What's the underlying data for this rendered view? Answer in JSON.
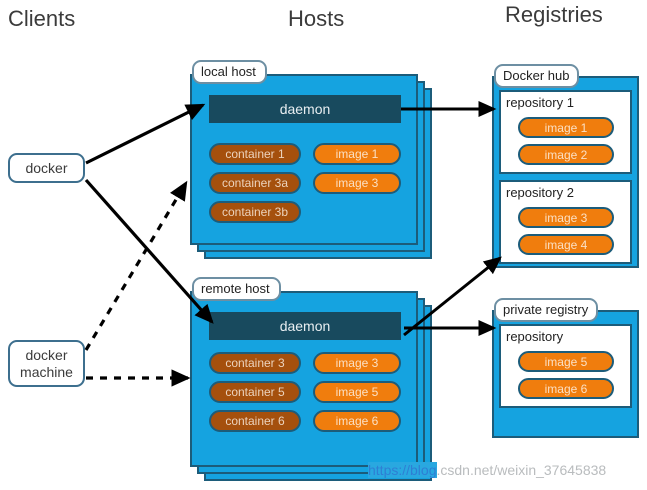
{
  "headers": {
    "clients": "Clients",
    "hosts": "Hosts",
    "registries": "Registries"
  },
  "clients": [
    {
      "id": "docker",
      "label": "docker"
    },
    {
      "id": "docker-machine",
      "label": "docker machine"
    }
  ],
  "hosts": [
    {
      "id": "local-host",
      "label": "local host",
      "daemon": "daemon",
      "containers": [
        "container 1",
        "container 3a",
        "container 3b"
      ],
      "images": [
        "image 1",
        "image 3"
      ]
    },
    {
      "id": "remote-host",
      "label": "remote host",
      "daemon": "daemon",
      "containers": [
        "container 3",
        "container 5",
        "container 6"
      ],
      "images": [
        "image 3",
        "image 5",
        "image 6"
      ]
    }
  ],
  "registries": [
    {
      "id": "docker-hub",
      "label": "Docker hub",
      "repositories": [
        {
          "title": "repository 1",
          "images": [
            "image 1",
            "image 2"
          ]
        },
        {
          "title": "repository 2",
          "images": [
            "image 3",
            "image 4"
          ]
        }
      ]
    },
    {
      "id": "private-registry",
      "label": "private registry",
      "repositories": [
        {
          "title": "repository",
          "images": [
            "image 5",
            "image 6"
          ]
        }
      ]
    }
  ],
  "watermark": {
    "highlight": "https://blog",
    "rest": ".csdn.net/weixin_37645838"
  },
  "colors": {
    "host_blue": "#15a3e0",
    "outline_dark": "#1c5c7a",
    "daemon": "#184a5e",
    "container": "#a5500d",
    "image": "#f07d0d",
    "client_border": "#3d6f8e",
    "arrow": "#000000"
  }
}
